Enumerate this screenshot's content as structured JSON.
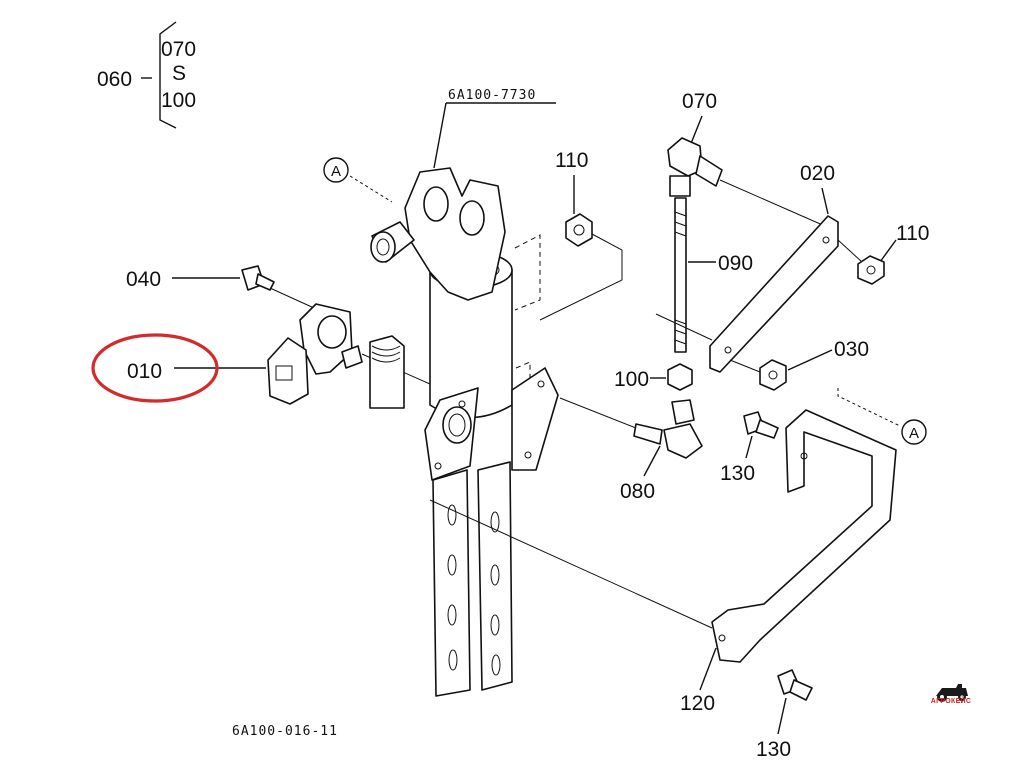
{
  "diagram": {
    "ref_top": "6A100-7730",
    "ref_bottom": "6A100-016-11",
    "group": {
      "label": "060",
      "from": "070",
      "range_mark": "S",
      "to": "100"
    },
    "callout_labels": {
      "p010": "010",
      "p020": "020",
      "p030": "030",
      "p040": "040",
      "p070": "070",
      "p080": "080",
      "p090": "090",
      "p100": "100",
      "p110_left": "110",
      "p110_right": "110",
      "p120": "120",
      "p130_mid": "130",
      "p130_bottom": "130"
    },
    "marker_a": "A",
    "highlight": {
      "part": "010",
      "color": "#d42a2a"
    }
  },
  "watermark": {
    "text": "АГРОКЕЙС",
    "color": "#d32222"
  }
}
